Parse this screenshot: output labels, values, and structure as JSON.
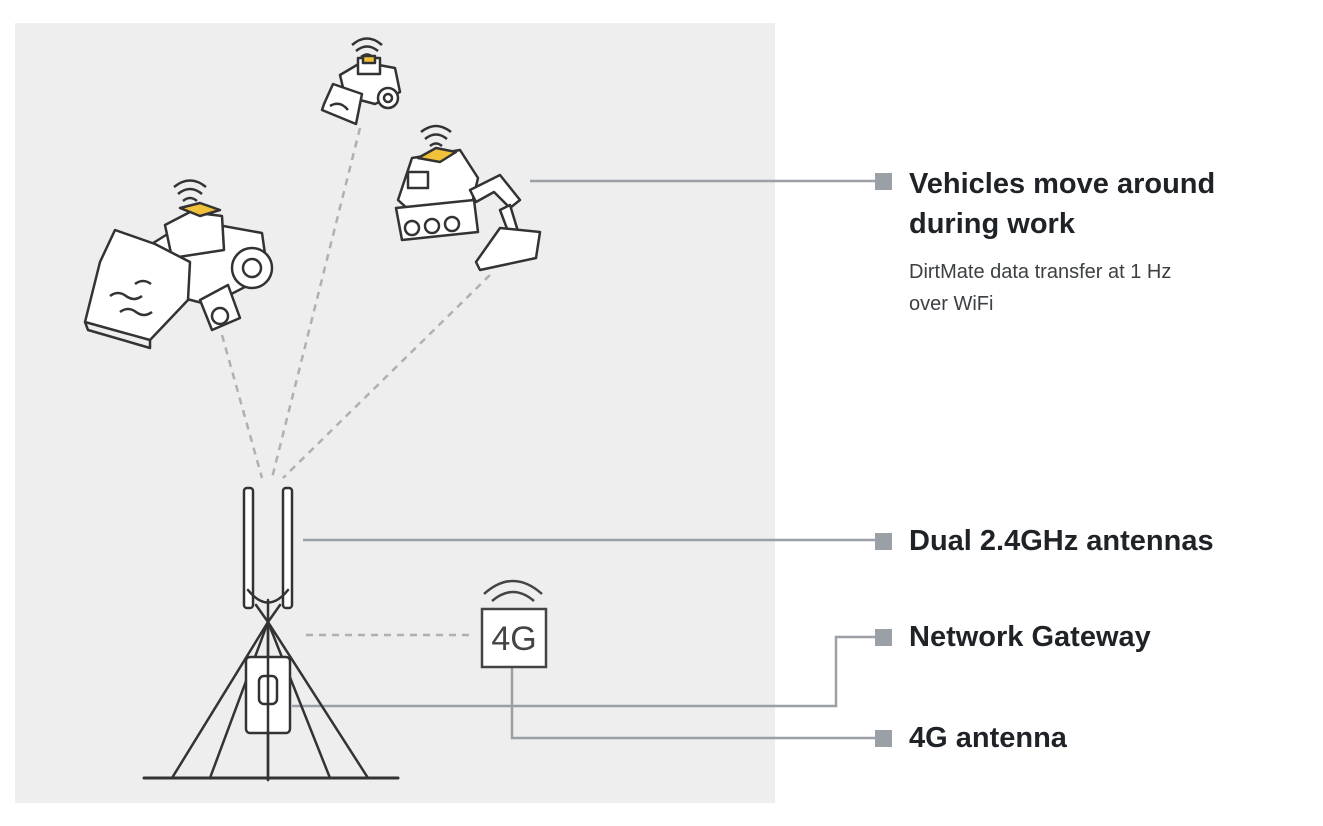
{
  "callouts": {
    "vehicles": {
      "title_line1": "Vehicles move around",
      "title_line2": "during work",
      "desc_line1": "DirtMate data transfer at 1 Hz",
      "desc_line2": "over WiFi"
    },
    "antennas": {
      "title": "Dual 2.4GHz antennas"
    },
    "gateway": {
      "title": "Network Gateway"
    },
    "antenna_4g": {
      "title": "4G antenna"
    }
  },
  "modem_label": "4G",
  "icons": {
    "wifi": "wifi-signal-icon",
    "wheel_loader": "wheel-loader-icon",
    "excavator": "excavator-icon",
    "tripod": "antenna-tripod-icon",
    "modem": "4g-modem-icon"
  },
  "colors": {
    "panel_bg": "#eeeeee",
    "leader_line": "#9aa0a6",
    "dashed_link": "#b0b0b0",
    "device_highlight": "#f2c13a",
    "outline": "#333333"
  }
}
